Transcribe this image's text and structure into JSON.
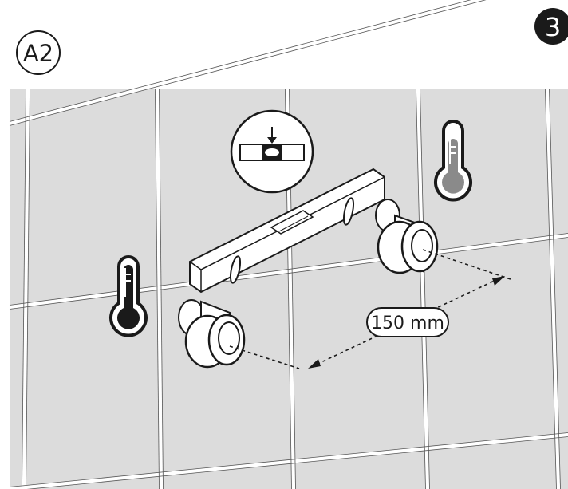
{
  "labels": {
    "variant": "A2",
    "step": "3",
    "distance": "150 mm"
  },
  "icons": {
    "hot": "thermometer-hot-icon",
    "cold": "thermometer-cold-icon",
    "level": "spirit-level-icon"
  },
  "colors": {
    "wall": "#dcdcdc",
    "grout": "#ffffff",
    "line": "#1a1a1a",
    "cold_fill": "#8a8a8a",
    "hot_fill": "#1a1a1a",
    "badge": "#1a1a1a"
  }
}
